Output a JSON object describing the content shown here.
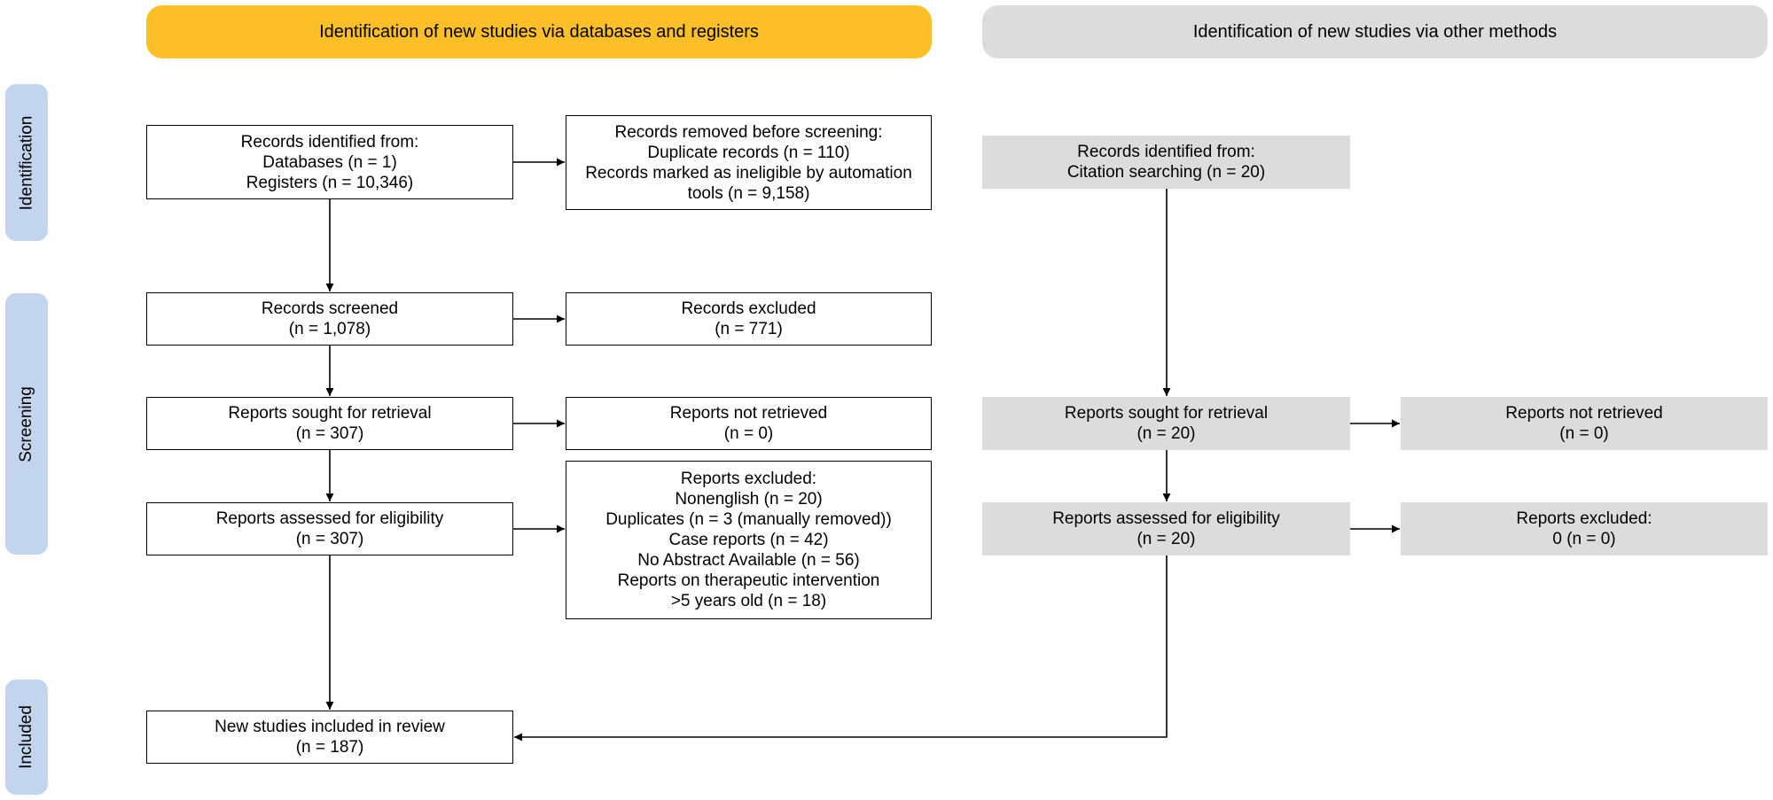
{
  "headers": {
    "databases": "Identification of new studies via databases and registers",
    "other": "Identification of new studies via other methods"
  },
  "phases": {
    "identification": "Identification",
    "screening": "Screening",
    "included": "Included"
  },
  "db": {
    "identified": [
      "Records identified from:",
      "Databases (n = 1)",
      "Registers (n = 10,346)"
    ],
    "removed": [
      "Records removed before screening:",
      "Duplicate records (n = 110)",
      "Records marked as ineligible by automation",
      "tools (n = 9,158)"
    ],
    "screened": [
      "Records screened",
      "(n = 1,078)"
    ],
    "excluded": [
      "Records excluded",
      "(n = 771)"
    ],
    "sought": [
      "Reports sought for retrieval",
      "(n = 307)"
    ],
    "not_retrieved": [
      "Reports not retrieved",
      "(n = 0)"
    ],
    "assessed": [
      "Reports assessed for eligibility",
      "(n = 307)"
    ],
    "reports_excluded": [
      "Reports excluded:",
      "Nonenglish (n =  20)",
      "Duplicates (n =  3 (manually removed))",
      "Case reports (n =  42)",
      "No Abstract Available (n =  56)",
      "Reports on therapeutic intervention",
      ">5 years old (n =  18)"
    ],
    "included": [
      "New studies included in review",
      "(n = 187)"
    ]
  },
  "other": {
    "identified": [
      "Records identified from:",
      "Citation searching (n = 20)"
    ],
    "sought": [
      "Reports sought for retrieval",
      "(n = 20)"
    ],
    "not_retrieved": [
      "Reports not retrieved",
      "(n = 0)"
    ],
    "assessed": [
      "Reports assessed for eligibility",
      "(n = 20)"
    ],
    "excluded": [
      "Reports excluded:",
      "0 (n = 0)"
    ]
  },
  "colors": {
    "db_header": "#fcbf27",
    "other_header": "#dcdcdc",
    "phase": "#c3d5ee",
    "grey_box": "#dcdcdc"
  }
}
